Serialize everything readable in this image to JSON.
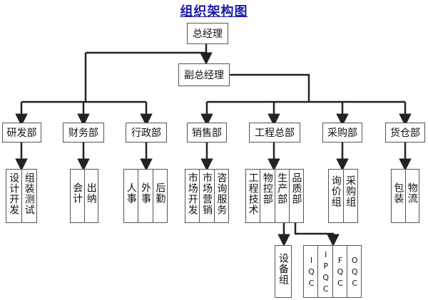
{
  "title": "组织架构图",
  "top": {
    "gm": "总经理",
    "vgm": "副总经理"
  },
  "departments": {
    "rd": {
      "label": "研发部",
      "subs": [
        "设计开发",
        "组装测试"
      ]
    },
    "finance": {
      "label": "财务部",
      "subs": [
        "会计",
        "出纳"
      ]
    },
    "admin": {
      "label": "行政部",
      "subs": [
        "人事",
        "外事",
        "后勤"
      ]
    },
    "sales": {
      "label": "销售部",
      "subs": [
        "市场开发",
        "市场营销",
        "咨询服务"
      ]
    },
    "eng": {
      "label": "工程总部",
      "subs": [
        "工程技术",
        "物控部",
        "生产部",
        "品质部"
      ]
    },
    "purchase": {
      "label": "采购部",
      "subs": [
        "询价组",
        "采购组"
      ]
    },
    "warehouse": {
      "label": "货仓部",
      "subs": [
        "包装",
        "物流"
      ]
    }
  },
  "equipment": "设备组",
  "qc": [
    "IQC",
    "IPQC",
    "FQC",
    "OQC"
  ],
  "line_color": "#222222",
  "title_color": "#1a1aa8"
}
